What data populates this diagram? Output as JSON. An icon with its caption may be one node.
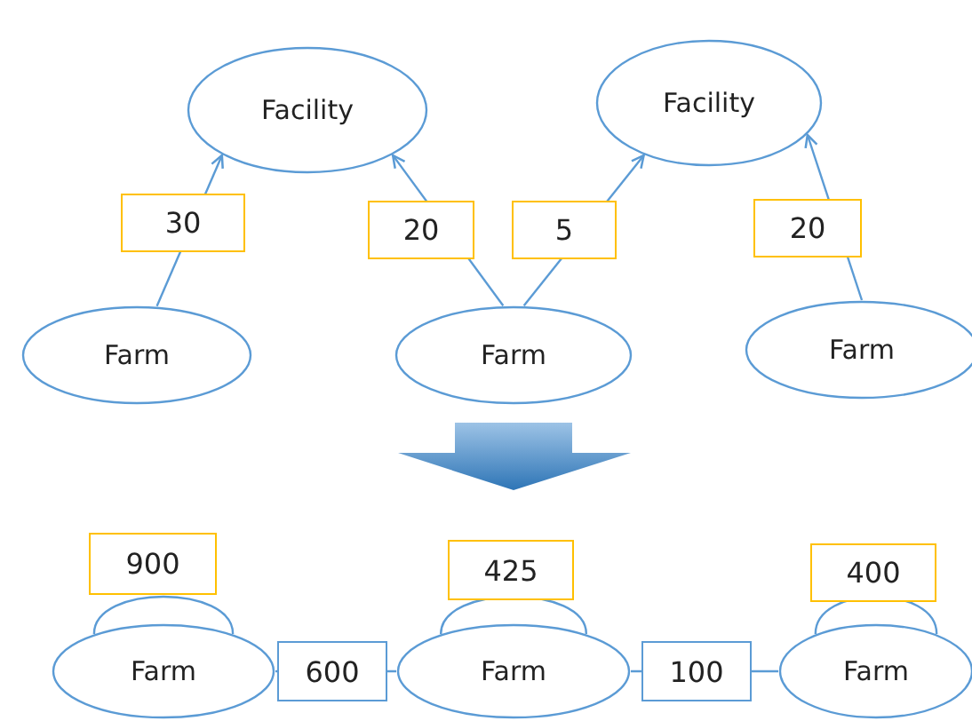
{
  "diagram": {
    "nodes": [
      {
        "text": [
          "Facility"
        ]
      },
      {
        "text": [
          "Facility"
        ]
      },
      {
        "text": [
          "Farm"
        ]
      },
      {
        "text": [
          "Farm"
        ]
      },
      {
        "text": [
          "Farm"
        ]
      },
      {
        "text": [
          "Farm"
        ]
      },
      {
        "text": [
          "Farm"
        ]
      },
      {
        "text": [
          "Farm"
        ]
      }
    ],
    "edges": [
      {
        "from": 2,
        "to": 0,
        "arrow": "to",
        "label": "30"
      },
      {
        "from": 3,
        "to": 0,
        "arrow": "to",
        "label": "20"
      },
      {
        "from": 3,
        "to": 1,
        "arrow": "to",
        "label": "5"
      },
      {
        "from": 4,
        "to": 1,
        "arrow": "to",
        "label": "20"
      },
      {
        "from": 5,
        "to": 5,
        "arrow": "none",
        "label": "900"
      },
      {
        "from": 6,
        "to": 6,
        "arrow": "none",
        "label": "425"
      },
      {
        "from": 7,
        "to": 7,
        "arrow": "none",
        "label": "400"
      },
      {
        "from": 5,
        "to": 6,
        "arrow": "none",
        "label": "600"
      },
      {
        "from": 6,
        "to": 7,
        "arrow": "none",
        "label": "100"
      }
    ]
  }
}
